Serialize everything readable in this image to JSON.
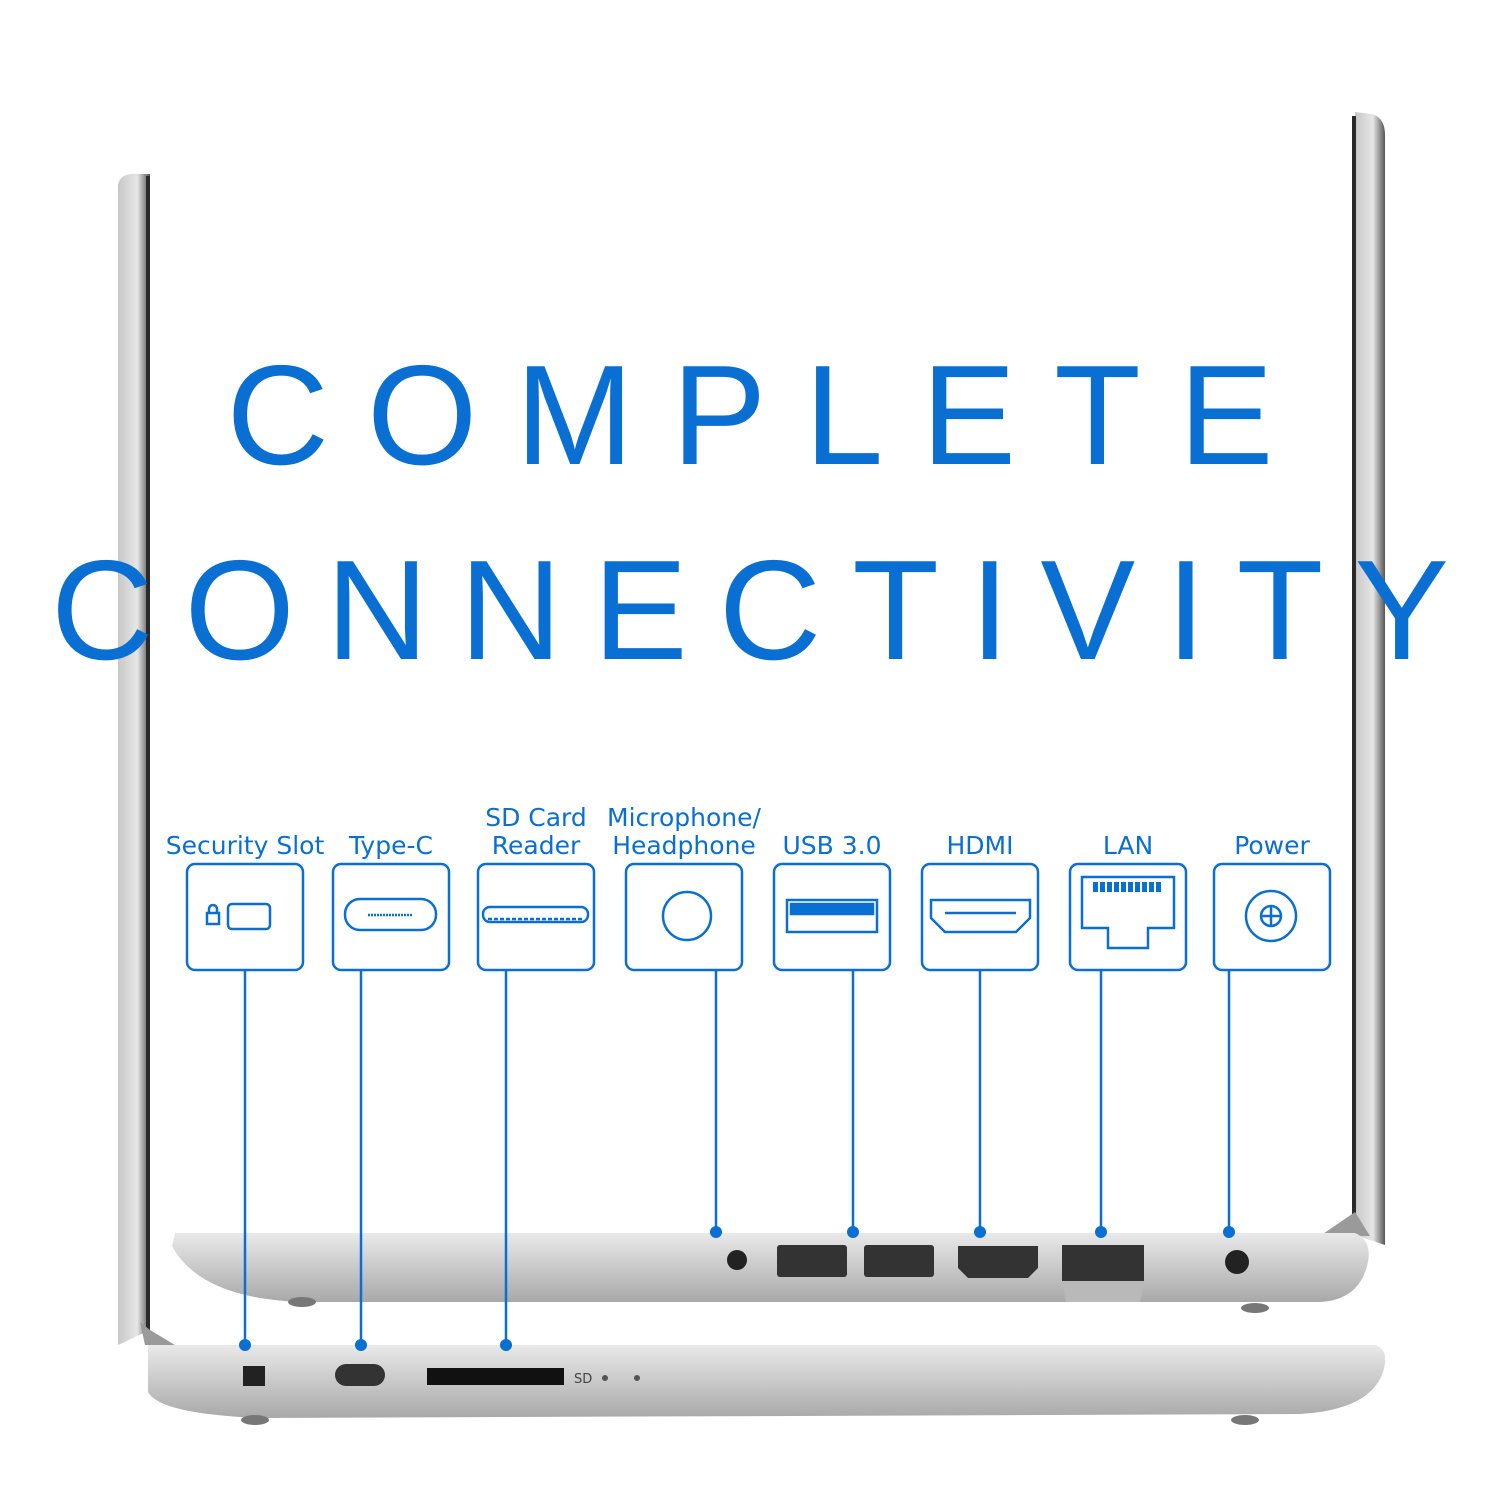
{
  "headline": {
    "line1": "COMPLETE",
    "line2": "CONNECTIVITY"
  },
  "accent_color": "#0a6fd2",
  "ports": [
    {
      "label": "Security Slot",
      "icon": "lock-slot-icon"
    },
    {
      "label": "Type-C",
      "icon": "usb-c-icon"
    },
    {
      "label_line1": "SD Card",
      "label_line2": "Reader",
      "icon": "sd-card-icon"
    },
    {
      "label_line1": "Microphone/",
      "label_line2": "Headphone",
      "icon": "audio-jack-icon"
    },
    {
      "label": "USB 3.0",
      "icon": "usb-a-icon"
    },
    {
      "label": "HDMI",
      "icon": "hdmi-icon"
    },
    {
      "label": "LAN",
      "icon": "ethernet-icon"
    },
    {
      "label": "Power",
      "icon": "power-jack-icon"
    }
  ],
  "laptop_markings": {
    "sd": "SD"
  }
}
